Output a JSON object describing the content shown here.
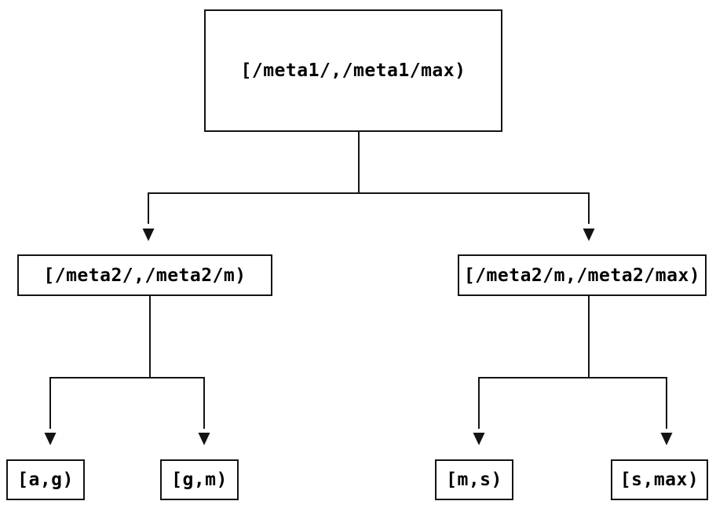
{
  "diagram": {
    "type": "tree",
    "colors": {
      "background": "#ffffff",
      "line": "#141414",
      "box_border": "#141414",
      "text": "#000000"
    },
    "nodes": {
      "root": {
        "label": "[/meta1/,/meta1/max)"
      },
      "meta2_lower": {
        "label": "[/meta2/,/meta2/m)"
      },
      "meta2_upper": {
        "label": "[/meta2/m,/meta2/max)"
      },
      "leaf_a_g": {
        "label": "[a,g)"
      },
      "leaf_g_m": {
        "label": "[g,m)"
      },
      "leaf_m_s": {
        "label": "[m,s)"
      },
      "leaf_s_max": {
        "label": "[s,max)"
      }
    },
    "edges": [
      {
        "from": "root",
        "to": "meta2_lower"
      },
      {
        "from": "root",
        "to": "meta2_upper"
      },
      {
        "from": "meta2_lower",
        "to": "leaf_a_g"
      },
      {
        "from": "meta2_lower",
        "to": "leaf_g_m"
      },
      {
        "from": "meta2_upper",
        "to": "leaf_m_s"
      },
      {
        "from": "meta2_upper",
        "to": "leaf_s_max"
      }
    ]
  }
}
